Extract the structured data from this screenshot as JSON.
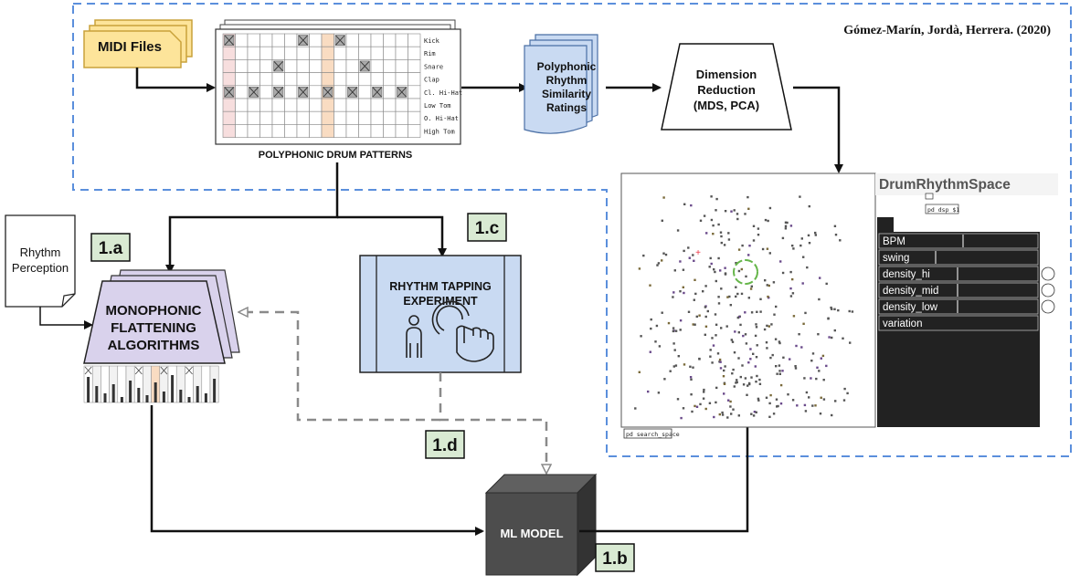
{
  "citation": "Gómez-Marín, Jordà, Herrera. (2020)",
  "midi_files": "MIDI Files",
  "drum_patterns": {
    "title": "POLYPHONIC DRUM PATTERNS",
    "instruments": [
      "Kick",
      "Rim",
      "Snare",
      "Clap",
      "Cl. Hi-Hat",
      "Low Tom",
      "O. Hi-Hat",
      "High Tom"
    ]
  },
  "similarity_ratings": [
    "Polyphonic",
    "Rhythm",
    "Similarity",
    "Ratings"
  ],
  "dimension_reduction": [
    "Dimension",
    "Reduction",
    "(MDS, PCA)"
  ],
  "rhythm_perception": [
    "Rhythm",
    "Perception"
  ],
  "flattening": [
    "MONOPHONIC",
    "FLATTENING",
    "ALGORITHMS"
  ],
  "tapping": [
    "RHYTHM TAPPING",
    "EXPERIMENT"
  ],
  "ml_model": "ML MODEL",
  "tags": {
    "a": "1.a",
    "b": "1.b",
    "c": "1.c",
    "d": "1.d"
  },
  "drum_rhythm_space": {
    "title": "DrumRhythmSpace",
    "dsp_label": "pd dsp $1",
    "search_label": "pd search_space",
    "params": [
      "BPM",
      "swing",
      "density_hi",
      "density_mid",
      "density_low",
      "variation"
    ]
  },
  "colors": {
    "midi_fill": "#fde49a",
    "midi_stroke": "#c9a23a",
    "ratings_fill": "#c9daf2",
    "flattening_fill": "#d9d2ec",
    "tapping_fill": "#c9daf2",
    "tag_fill": "#d9ead3",
    "dashed_blue": "#5b8fdc",
    "dashed_gray": "#8a8a8a",
    "ml_model": "#4a4a4a",
    "pd_panel": "#222222",
    "highlight_ring": "#66b64a"
  }
}
